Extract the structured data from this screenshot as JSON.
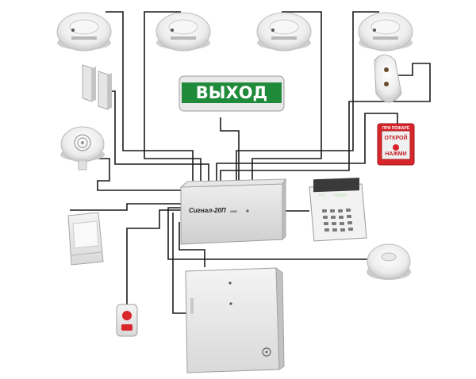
{
  "exit_sign": {
    "text": "ВЫХОД",
    "color_bg": "#1f8a3a",
    "color_text": "#ffffff"
  },
  "control_panel": {
    "model": "Сигнал-20П",
    "suffix": "SMD"
  },
  "keypad": {
    "display_line1": "ТЕС",
    "display_line2": "ПОЖАР",
    "color_display": "#3a3a3a"
  },
  "manual_call_point": {
    "line1": "ПРИ ПОЖАРЕ",
    "line2": "ОТКРОЙ",
    "line3": "НАЖМИ",
    "color_body": "#d8262b"
  },
  "icons": {
    "smoke_detector": "smoke-detector-icon",
    "magnetic_contact": "door-contact-icon",
    "siren": "siren-icon",
    "glass_break": "glass-break-detector-icon",
    "pir": "pir-motion-detector-icon",
    "panic_button": "panic-button-icon",
    "ceiling_detector": "ceiling-detector-icon",
    "power_supply": "power-supply-icon"
  }
}
